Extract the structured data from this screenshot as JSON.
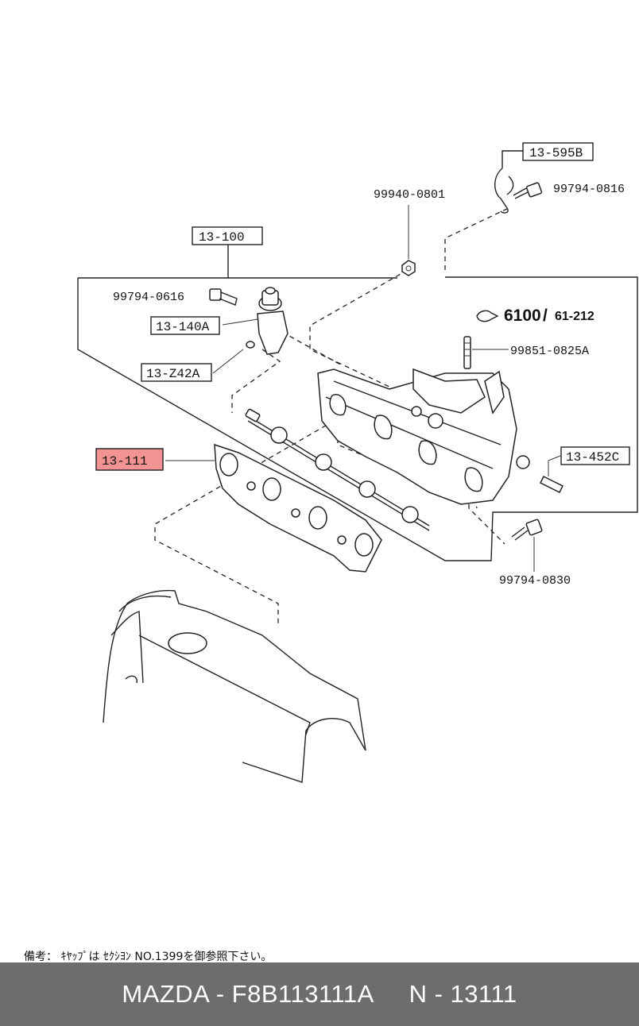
{
  "labels": {
    "p13_595b": "13-595B",
    "p99794_0816": "99794-0816",
    "p99940_0801": "99940-0801",
    "p13_100": "13-100",
    "p99794_0616": "99794-0616",
    "p13_140a": "13-140A",
    "p13_z42a": "13-Z42A",
    "p13_111": "13-111",
    "p99851_0825a": "99851-0825A",
    "p13_452c": "13-452C",
    "p99794_0830": "99794-0830"
  },
  "reference": {
    "main": "6100",
    "sub": "61-212"
  },
  "note": "備考： ｷﾔｯﾌﾟは ｾｸｼﾖﾝ NO.1399を御参照下さい。",
  "footer": {
    "brand": "MAZDA",
    "part_number": "F8B113111A",
    "code": "N - 13111",
    "separator": " - "
  },
  "colors": {
    "highlight": "#f08080",
    "footer_bg": "#6d6d6d",
    "footer_text": "#ffffff"
  }
}
